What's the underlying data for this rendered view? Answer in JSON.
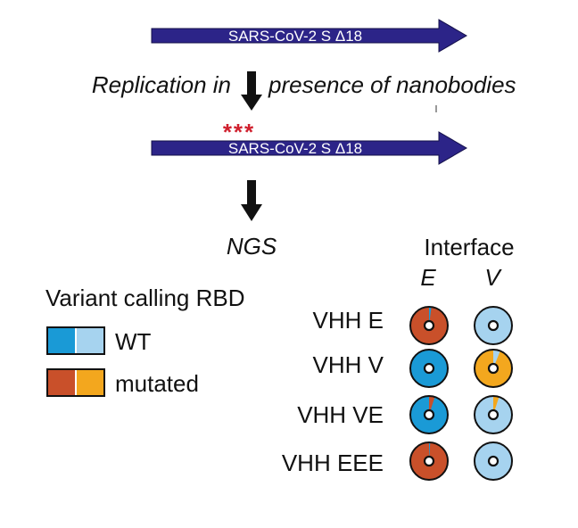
{
  "gene_label_top": "SARS-CoV-2 S Δ18",
  "gene_label_bottom": "SARS-CoV-2 S Δ18",
  "step1_left": "Replication in",
  "step1_right": "presence of nanobodies",
  "mutation_marks": "***",
  "step2": "NGS",
  "legend": {
    "title": "Variant calling RBD",
    "items": [
      {
        "label": "WT",
        "colors": [
          "#1a9ad6",
          "#a6d3ef"
        ]
      },
      {
        "label": "mutated",
        "colors": [
          "#c9502a",
          "#f3a71e"
        ]
      }
    ]
  },
  "interface_title": "Interface",
  "columns": [
    "E",
    "V"
  ],
  "rows": [
    {
      "label": "VHH E",
      "donuts": [
        {
          "base": "mutated-E",
          "wedge": "WT-E",
          "fraction": 0.02
        },
        {
          "base": "WT-V",
          "wedge": "",
          "fraction": 0
        }
      ]
    },
    {
      "label": "VHH V",
      "donuts": [
        {
          "base": "WT-E",
          "wedge": "",
          "fraction": 0
        },
        {
          "base": "mutated-V",
          "wedge": "WT-V",
          "fraction": 0.06
        }
      ]
    },
    {
      "label": "VHH VE",
      "donuts": [
        {
          "base": "WT-E",
          "wedge": "mutated-E",
          "fraction": 0.05
        },
        {
          "base": "WT-V",
          "wedge": "mutated-V",
          "fraction": 0.05
        }
      ]
    },
    {
      "label": "VHH EEE",
      "donuts": [
        {
          "base": "mutated-E",
          "wedge": "WT-E",
          "fraction": 0.01
        },
        {
          "base": "WT-V",
          "wedge": "",
          "fraction": 0
        }
      ]
    }
  ],
  "colors": {
    "WT-E": "#1a9ad6",
    "WT-V": "#a6d3ef",
    "mutated-E": "#c9502a",
    "mutated-V": "#f3a71e",
    "arrow_fill": "#2c2488",
    "mark_red": "#d0202e"
  }
}
